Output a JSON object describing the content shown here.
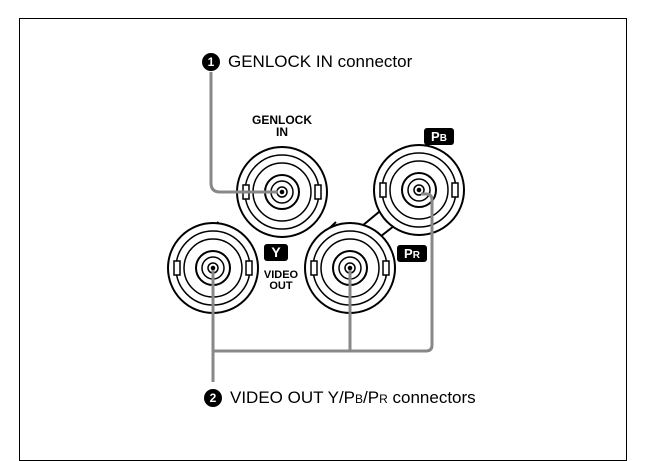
{
  "callouts": [
    {
      "number": "1",
      "text": "GENLOCK IN connector"
    },
    {
      "number": "2",
      "text_prefix": "VIDEO OUT Y/P",
      "sub_b": "B",
      "slash": "/P",
      "sub_r": "R",
      "text_suffix": " connectors"
    }
  ],
  "labels": {
    "genlock_line1": "GENLOCK",
    "genlock_line2": "IN",
    "video_line1": "VIDEO",
    "video_line2": "OUT"
  },
  "badges": {
    "y": "Y",
    "pb_p": "P",
    "pb_sub": "B",
    "pr_p": "P",
    "pr_sub": "R"
  },
  "colors": {
    "leader_line": "#888888",
    "outline": "#000000",
    "badge_bg": "#000000"
  }
}
